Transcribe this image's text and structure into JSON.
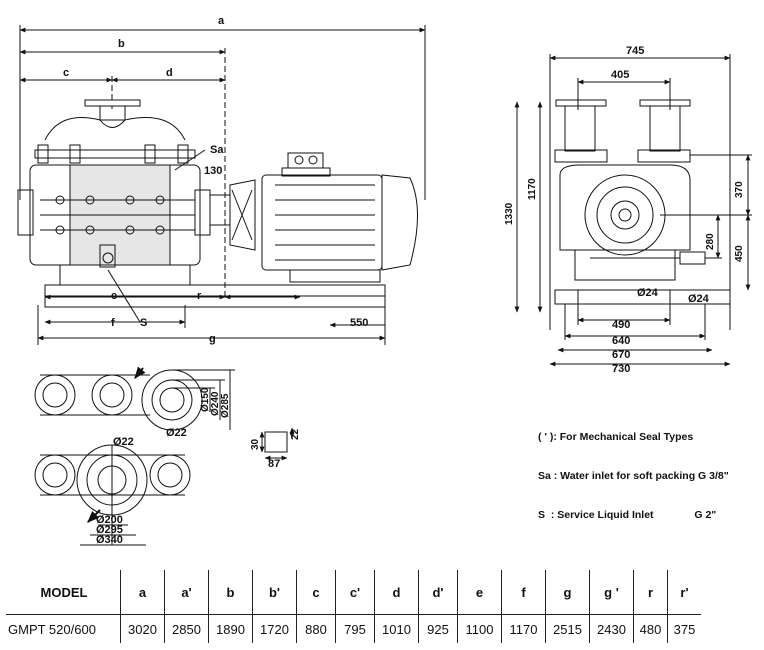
{
  "dimensions": {
    "side_view": {
      "a": "a",
      "b": "b",
      "c": "c",
      "d": "d",
      "sa": "Sa",
      "d130": "130",
      "e": "e",
      "r": "r",
      "f": "f",
      "s": "S",
      "d550": "550",
      "g": "g"
    },
    "front_view": {
      "w745": "745",
      "w405": "405",
      "h1330": "1330",
      "h1170": "1170",
      "h370": "370",
      "h280": "280",
      "h450": "450",
      "dia24a": "Ø24",
      "dia24b": "Ø24",
      "w490": "490",
      "w640": "640",
      "w670": "670",
      "w730": "730"
    },
    "flange_top": {
      "d150": "Ø150",
      "d240": "Ø240",
      "d285": "Ø285",
      "d22": "Ø22"
    },
    "flange_bottom": {
      "d22": "Ø22",
      "d200": "Ø200",
      "d295": "Ø295",
      "d340": "Ø340"
    },
    "key_detail": {
      "d30": "30",
      "d22": "22",
      "d87": "87"
    }
  },
  "notes": [
    "( ' ): For Mechanical Seal Types",
    "Sa : Water inlet for soft packing G 3/8\"",
    "S  : Service Liquid Inlet              G 2\""
  ],
  "table": {
    "headers": [
      "MODEL",
      "a",
      "a'",
      "b",
      "b'",
      "c",
      "c'",
      "d",
      "d'",
      "e",
      "f",
      "g",
      "g '",
      "r",
      "r'"
    ],
    "rows": [
      [
        "GMPT 520/600",
        "3020",
        "2850",
        "1890",
        "1720",
        "880",
        "795",
        "1010",
        "925",
        "1100",
        "1170",
        "2515",
        "2430",
        "480",
        "375"
      ]
    ]
  }
}
